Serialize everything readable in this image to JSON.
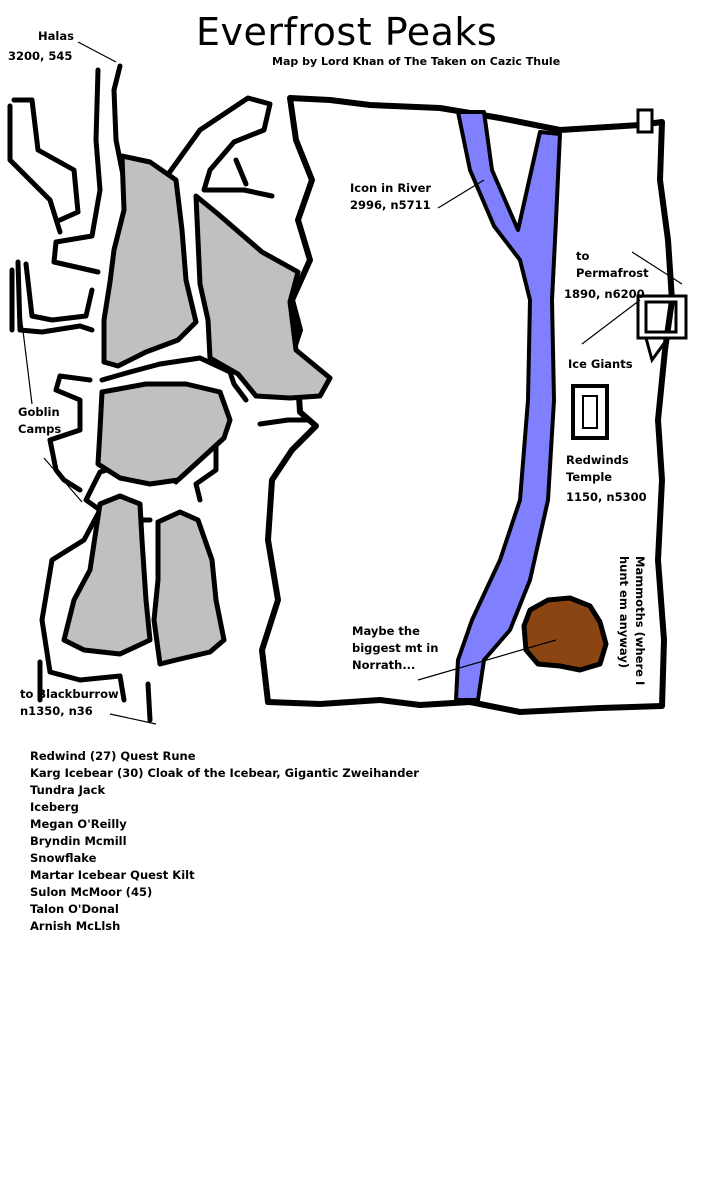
{
  "title": "Everfrost Peaks",
  "subtitle": "Map by Lord Khan of The Taken on Cazic Thule",
  "labels": {
    "halas": [
      "Halas",
      "3200, 545"
    ],
    "goblin_camps": [
      "Goblin",
      "Camps"
    ],
    "blackburrow": [
      "to Blackburrow",
      "n1350, n36"
    ],
    "icon_in_river": [
      "Icon in River",
      "2996, n5711"
    ],
    "permafrost": [
      "to",
      "Permafrost",
      "1890, n6200"
    ],
    "ice_giants": [
      "Ice Giants"
    ],
    "redwinds_temple": [
      "Redwinds",
      "Temple",
      "1150, n5300"
    ],
    "biggest_mt": [
      "Maybe the",
      "biggest mt in",
      "Norrath..."
    ],
    "mammoths": [
      "Mammoths (where I",
      "hunt em anyway)"
    ]
  },
  "npcs": [
    "Redwind (27) Quest Rune",
    "Karg Icebear (30) Cloak of the Icebear, Gigantic Zweihander",
    "Tundra Jack",
    "Iceberg",
    "Megan O'Reilly",
    "Bryndin Mcmill",
    "Snowflake",
    "Martar Icebear Quest Kilt",
    "Sulon McMoor (45)",
    "Talon O'Donal",
    "Arnish McLlsh"
  ],
  "colors": {
    "outline": "#000000",
    "mountain": "#c0c0c0",
    "river": "#8080ff",
    "big_mountain": "#8b4513",
    "background": "#ffffff"
  }
}
